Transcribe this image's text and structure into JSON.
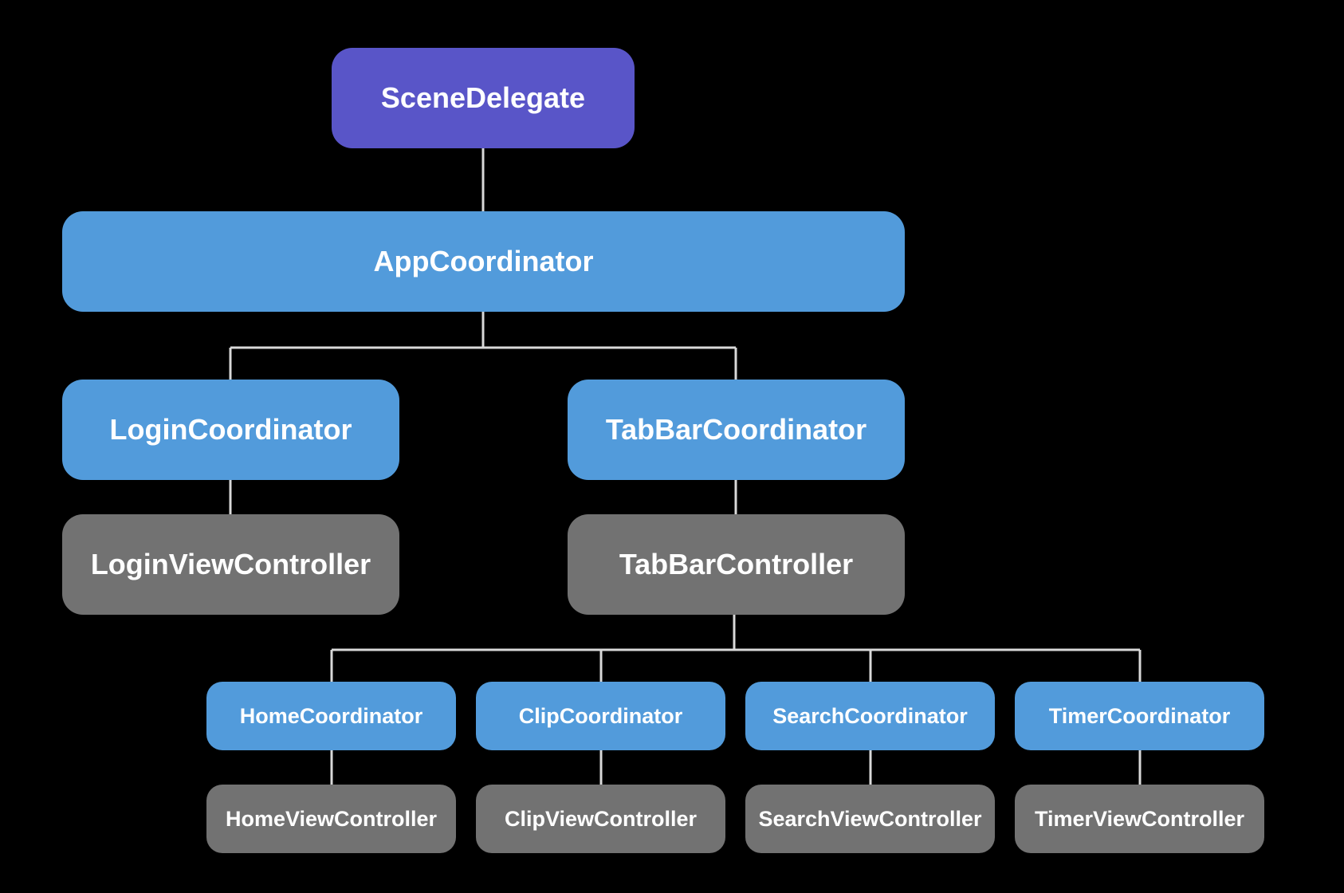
{
  "colors": {
    "background": "#000000",
    "root": "#5955c8",
    "coordinator": "#529bdb",
    "controller": "#727272",
    "connector": "#d9d9d9",
    "text": "#ffffff"
  },
  "nodes": {
    "scene_delegate": "SceneDelegate",
    "app_coordinator": "AppCoordinator",
    "login_coordinator": "LoginCoordinator",
    "tabbar_coordinator": "TabBarCoordinator",
    "login_view_controller": "LoginViewController",
    "tabbar_controller": "TabBarController",
    "home_coordinator": "HomeCoordinator",
    "clip_coordinator": "ClipCoordinator",
    "search_coordinator": "SearchCoordinator",
    "timer_coordinator": "TimerCoordinator",
    "home_view_controller": "HomeViewController",
    "clip_view_controller": "ClipViewController",
    "search_view_controller": "SearchViewController",
    "timer_view_controller": "TimerViewController"
  }
}
